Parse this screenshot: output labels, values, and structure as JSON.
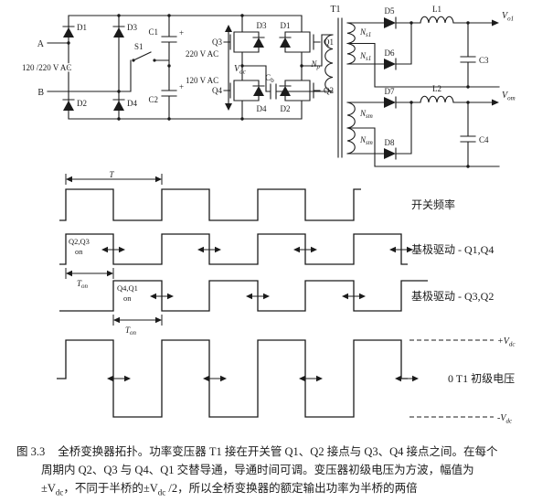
{
  "caption": {
    "fig_label": "图 3.3",
    "line1": "全桥变换器拓扑。功率变压器 T1 接在开关管 Q1、Q2 接点与 Q3、Q4 接点之间。在每个",
    "line2": "周期内 Q2、Q3 与 Q4、Q1 交替导通，导通时间可调。变压器初级电压为方波，幅值为",
    "line3_p1": "±V",
    "line3_s1": "dc",
    "line3_p2": "，不同于半桥的±V",
    "line3_s2": "dc",
    "line3_p3": " /2，所以全桥变换器的额定输出功率为半桥的两倍"
  },
  "circuit": {
    "terminal_a": "A",
    "terminal_b": "B",
    "ac_input": "120 /220 V AC",
    "rect_d1": "D1",
    "rect_d2": "D2",
    "rect_d3": "D3",
    "rect_d4": "D4",
    "switch_s1": "S1",
    "cap_c1": "C1",
    "cap_c1_plus": "+",
    "cap_c1_voltage": "220 V AC",
    "cap_c2": "C2",
    "cap_c2_plus": "+",
    "cap_c2_voltage": "120 V AC",
    "vdc_main": "V",
    "vdc_sub": "dc",
    "q1": "Q1",
    "q2": "Q2",
    "q3": "Q3",
    "q4": "Q4",
    "fet_d1": "D1",
    "fet_d2": "D2",
    "fet_d3": "D3",
    "fet_d4": "D4",
    "cb_main": "C",
    "cb_sub": "b",
    "t1": "T1",
    "np_main": "N",
    "np_sub": "p",
    "ns1a_main": "N",
    "ns1a_sub": "s1",
    "ns1b_main": "N",
    "ns1b_sub": "s1",
    "nsma_main": "N",
    "nsma_sub": "sm",
    "nsmb_main": "N",
    "nsmb_sub": "sm",
    "d5": "D5",
    "d6": "D6",
    "d7": "D7",
    "d8": "D8",
    "l1": "L1",
    "l2": "L2",
    "c3": "C3",
    "c4": "C4",
    "vo1_main": "V",
    "vo1_sub": "o1",
    "vom_main": "V",
    "vom_sub": "om"
  },
  "waveforms": {
    "period_label": "T",
    "row1_label": "开关频率",
    "row2_pulse_line1": "Q2,Q3",
    "row2_pulse_line2": "on",
    "row2_ton_main": "T",
    "row2_ton_sub": "on",
    "row2_label": "基极驱动 - Q1,Q4",
    "row3_pulse_line1": "Q4,Q1",
    "row3_pulse_line2": "on",
    "row3_ton_main": "T",
    "row3_ton_sub": "on",
    "row3_label": "基极驱动 - Q3,Q2",
    "row4_plus_main": "+V",
    "row4_plus_sub": "dc",
    "row4_minus_main": "-V",
    "row4_minus_sub": "dc",
    "row4_zero_label": "0 T1 初级电压"
  }
}
